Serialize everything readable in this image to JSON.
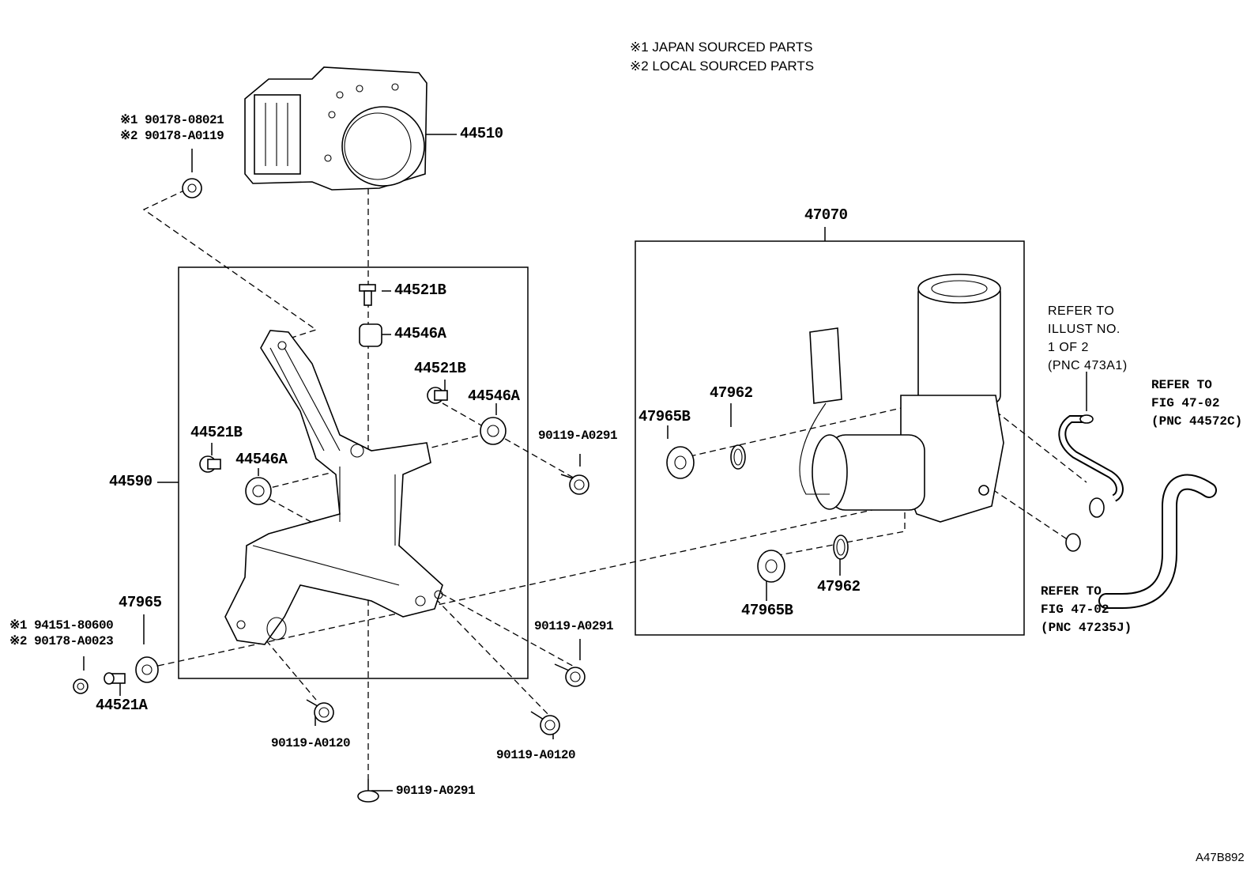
{
  "notes": {
    "japan": "※1 JAPAN SOURCED PARTS",
    "local": "※2 LOCAL SOURCED PARTS"
  },
  "parts": {
    "p44510": "44510",
    "p47070": "47070",
    "p44590": "44590",
    "p44521b_a": "44521B",
    "p44546a_a": "44546A",
    "p44521b_b": "44521B",
    "p44546a_b": "44546A",
    "p44521b_c": "44521B",
    "p44546a_c": "44546A",
    "p47962_a": "47962",
    "p47965b_a": "47965B",
    "p47962_b": "47962",
    "p47965b_b": "47965B",
    "p47965": "47965",
    "p44521a": "44521A",
    "bolt_a0291_a": "90119-A0291",
    "bolt_a0291_b": "90119-A0291",
    "bolt_a0291_c": "90119-A0291",
    "bolt_a0120_a": "90119-A0120",
    "bolt_a0120_b": "90119-A0120",
    "nut1_top": "※1 90178-08021",
    "nut2_top": "※2 90178-A0119",
    "nut1_bottom": "※1  94151-80600",
    "nut2_bottom": "※2  90178-A0023"
  },
  "references": {
    "ref1": "REFER TO\nILLUST NO.\n1 OF 2\n(PNC 473A1)",
    "ref2": "REFER TO\nFIG 47-02\n(PNC 44572C)",
    "ref3": "REFER TO\nFIG 47-02\n(PNC 47235J)"
  },
  "illustration_code": "A47B892"
}
